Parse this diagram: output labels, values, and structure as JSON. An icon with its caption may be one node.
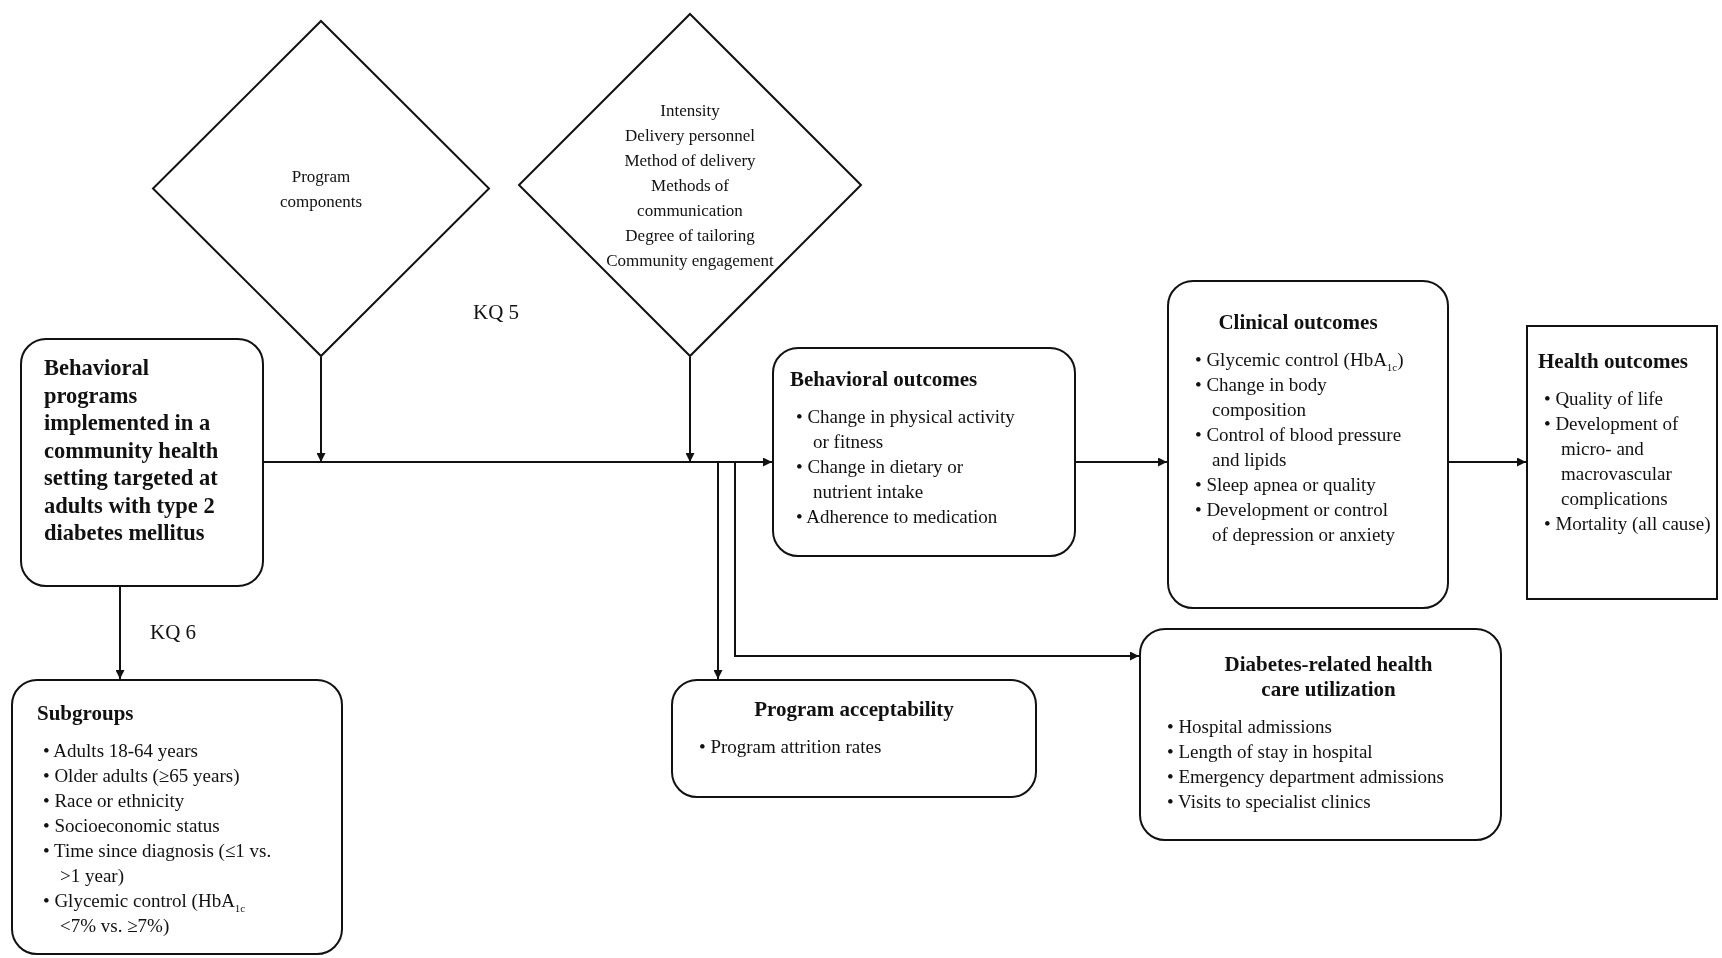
{
  "diagram": {
    "nodes": [
      {
        "text": [
          "Behavioral programs implemented in a community health setting targeted at adults with type 2 diabetes mellitus"
        ]
      },
      {
        "text": [
          "Program components"
        ]
      },
      {
        "text": [
          "Intensity",
          "Delivery personnel",
          "Method of delivery",
          "Methods of communication",
          "Degree of tailoring",
          "Community engagement"
        ]
      },
      {
        "text": [
          "Behavioral outcomes",
          "• Change in physical activity or fitness",
          "• Change in dietary or nutrient intake",
          "• Adherence to medication"
        ]
      },
      {
        "text": [
          "Clinical outcomes",
          "• Glycemic control (HbA$_{1c}$)",
          "• Change in body composition",
          "• Control of blood pressure and lipids",
          "• Sleep apnea or quality",
          "• Development or control of depression or anxiety"
        ]
      },
      {
        "text": [
          "Health outcomes",
          "• Quality of life",
          "• Development of micro- and macrovascular complications",
          "• Mortality (all cause)"
        ]
      },
      {
        "text": [
          "Subgroups",
          "• Adults 18-64 years",
          "• Older adults (≥65 years)",
          "• Race or ethnicity",
          "• Socioeconomic status",
          "• Time since diagnosis (≤1 vs. >1 year)",
          "• Glycemic control (HbA$_{1c}$ <7% vs. ≥7%)"
        ]
      },
      {
        "text": [
          "Program acceptability",
          "• Program attrition rates"
        ]
      },
      {
        "text": [
          "Diabetes-related health care utilization",
          "• Hospital admissions",
          "• Length of stay in hospital",
          "• Emergency department admissions",
          "• Visits to specialist clinics"
        ]
      }
    ],
    "edges": [
      {
        "from": 0,
        "to": 3,
        "arrow": "to"
      },
      {
        "from": 1,
        "to": null,
        "arrow": "to"
      },
      {
        "from": 2,
        "to": null,
        "arrow": "to"
      },
      {
        "from": 0,
        "to": 7,
        "arrow": "to"
      },
      {
        "from": 0,
        "to": 8,
        "arrow": "to"
      },
      {
        "from": 3,
        "to": 4,
        "arrow": "to"
      },
      {
        "from": 4,
        "to": 5,
        "arrow": "to"
      },
      {
        "from": 0,
        "to": 6,
        "arrow": "to",
        "label": "KQ 6"
      }
    ],
    "labels": [
      "KQ 5"
    ]
  }
}
